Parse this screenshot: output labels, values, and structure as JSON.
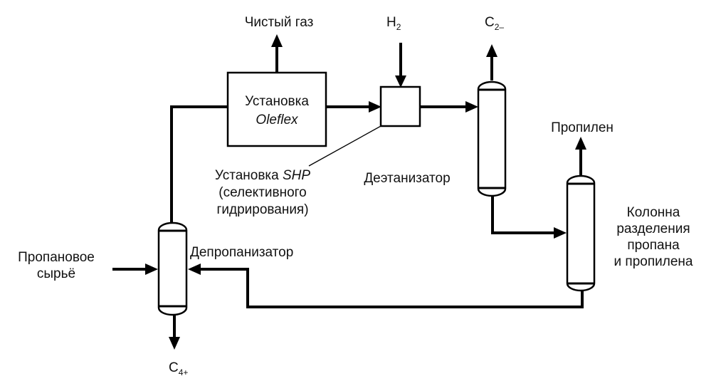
{
  "diagram": {
    "type": "process-flow",
    "units": {
      "oleflex": {
        "line1": "Установка",
        "line2": "Oleflex"
      },
      "shp": {
        "line1_prefix": "Установка ",
        "line1_italic": "SHP",
        "line2": "(селективного",
        "line3": "гидрирования)"
      },
      "deethanizer": {
        "label": "Деэтанизатор"
      },
      "depropanizer": {
        "label": "Депропанизатор"
      },
      "splitter": {
        "line1": "Колонна",
        "line2": "разделения",
        "line3": "пропана",
        "line4": "и пропилена"
      }
    },
    "streams": {
      "clean_gas": "Чистый газ",
      "h2": {
        "main": "H",
        "sub": "2"
      },
      "c2": {
        "main": "C",
        "sub": "2–"
      },
      "propylene": "Пропилен",
      "feed": {
        "line1": "Пропановое",
        "line2": "сырьё"
      },
      "c4": {
        "main": "C",
        "sub": "4+"
      }
    },
    "edges": [
      [
        "feed",
        "depropanizer"
      ],
      [
        "depropanizer",
        "oleflex"
      ],
      [
        "oleflex",
        "clean_gas"
      ],
      [
        "oleflex",
        "shp"
      ],
      [
        "h2",
        "shp"
      ],
      [
        "shp",
        "deethanizer"
      ],
      [
        "deethanizer",
        "c2"
      ],
      [
        "deethanizer",
        "splitter"
      ],
      [
        "splitter",
        "propylene"
      ],
      [
        "splitter",
        "depropanizer"
      ],
      [
        "depropanizer",
        "c4"
      ]
    ]
  }
}
